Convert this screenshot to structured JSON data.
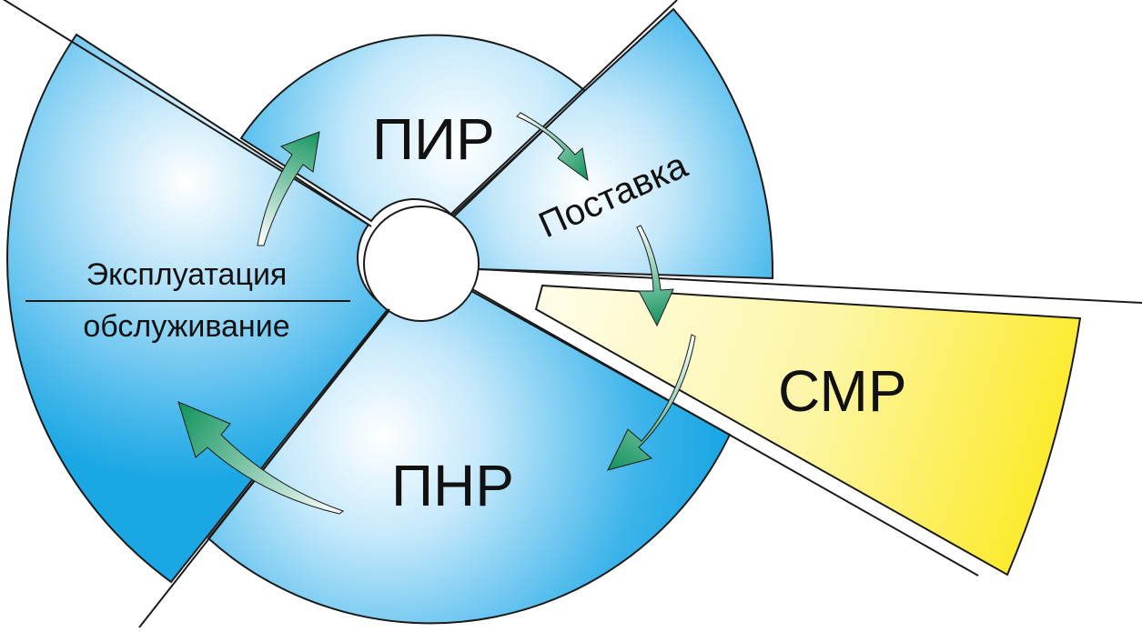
{
  "diagram": {
    "stages": {
      "pir": "ПИР",
      "postavka": "Поставка",
      "smr": "СМР",
      "pnr": "ПНР",
      "ekspluatatsiya": "Эксплуатация",
      "obsluzhivanie": "обслуживание"
    },
    "colors": {
      "sector_center": "#ffffff",
      "sector_mid": "#a6dcf8",
      "sector_edge": "#1fa9e6",
      "smr_light": "#fdfcdc",
      "smr_dark": "#fce93a",
      "arrow_light": "#ffffff",
      "arrow_dark": "#15955f",
      "outline": "#1a1a1a"
    }
  }
}
